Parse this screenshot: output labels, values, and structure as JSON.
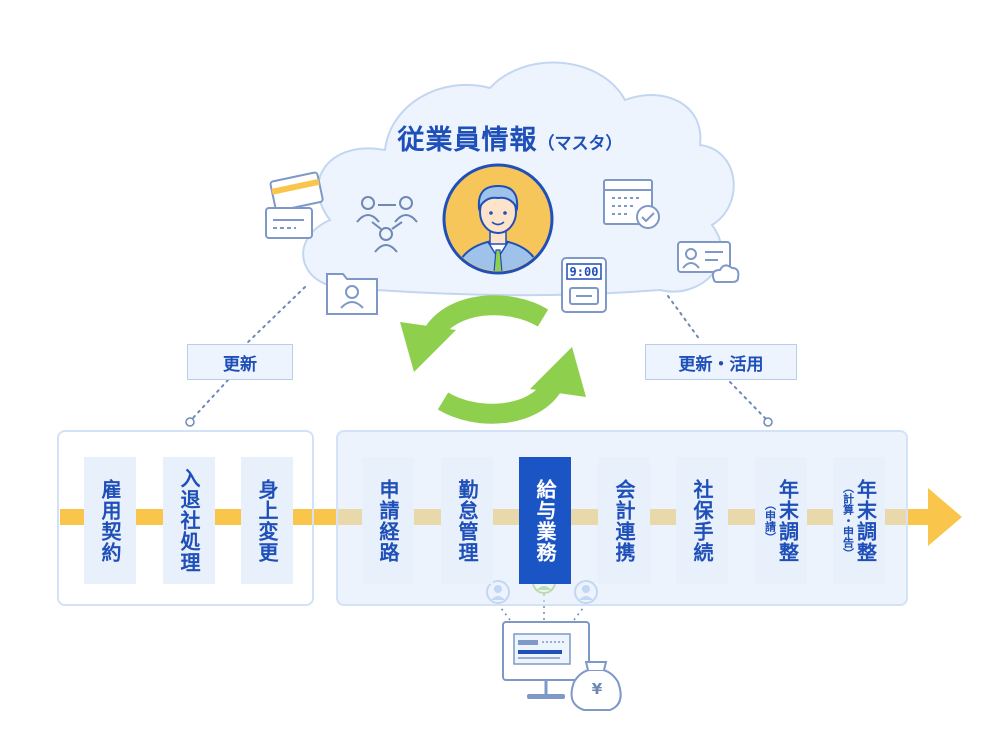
{
  "title": {
    "main": "従業員情報",
    "sub": "（マスタ）"
  },
  "labels": {
    "update": "更新",
    "update_use": "更新・活用"
  },
  "screen_icon": {
    "clock_time": "9:00",
    "money_symbol": "¥"
  },
  "cards_left": [
    {
      "label": "雇用契約"
    },
    {
      "label": "入退社処理"
    },
    {
      "label": "身上変更"
    }
  ],
  "cards_right": [
    {
      "label": "申請経路"
    },
    {
      "label": "勤怠管理"
    },
    {
      "label": "給与業務",
      "active": true
    },
    {
      "label": "会計連携"
    },
    {
      "label": "社保手続"
    },
    {
      "label": "年末調整",
      "note": "（申請）"
    },
    {
      "label": "年末調整",
      "note": "（計算・申告）"
    }
  ],
  "colors": {
    "brand_blue": "#1b54c5",
    "arrow_yellow": "#f9c64b",
    "cycle_green": "#8fcf4e",
    "cloud_fill": "#eef4fd",
    "avatar_bg": "#f6c65b"
  },
  "icons": [
    "credit-card-icon",
    "id-card-icon",
    "people-network-icon",
    "folder-person-icon",
    "employee-avatar-icon",
    "calendar-check-icon",
    "profile-cloud-icon",
    "time-clock-icon",
    "sync-arrows-icon",
    "computer-icon",
    "money-bag-icon",
    "user-icons"
  ]
}
